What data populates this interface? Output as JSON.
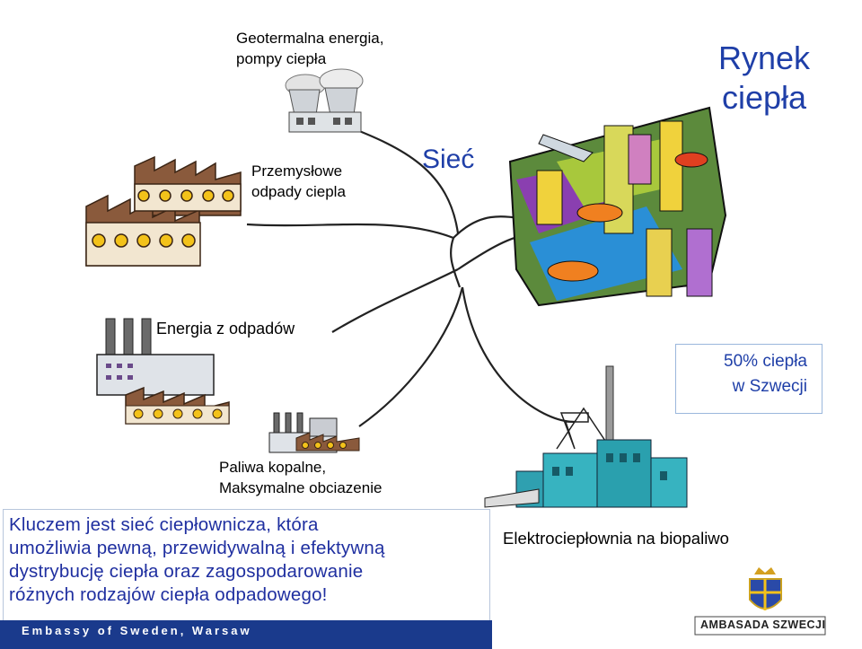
{
  "labels": {
    "geo_line1": "Geotermalna energia,",
    "geo_line2": "pompy ciepła",
    "industry_line1": "Przemysłowe",
    "industry_line2": "odpady ciepla",
    "network": "Sieć",
    "market_line1": "Rynek",
    "market_line2": "ciepła",
    "waste_energy": "Energia z odpadów",
    "share_line1": "50% ciepła",
    "share_line2": "w Szwecji",
    "fossil_line1": "Paliwa kopalne,",
    "fossil_line2": "Maksymalne obciazenie",
    "chp": "Elektrociepłownia na biopaliwo"
  },
  "key_message": {
    "line1": "Kluczem jest sieć ciepłownicza, która",
    "line2": "umożliwia pewną, przewidywalną i efektywną",
    "line3": "dystrybucję ciepła oraz zagospodarowanie",
    "line4": "różnych rodzajów ciepła odpadowego!"
  },
  "footer": {
    "text": "Embassy of Sweden, Warsaw"
  },
  "logo": {
    "text": "AMBASADA SZWECJI"
  },
  "colors": {
    "network_blue": "#1f3fa8",
    "body_blue": "#1f2fa0",
    "footer_bg": "#1a3a8c"
  }
}
